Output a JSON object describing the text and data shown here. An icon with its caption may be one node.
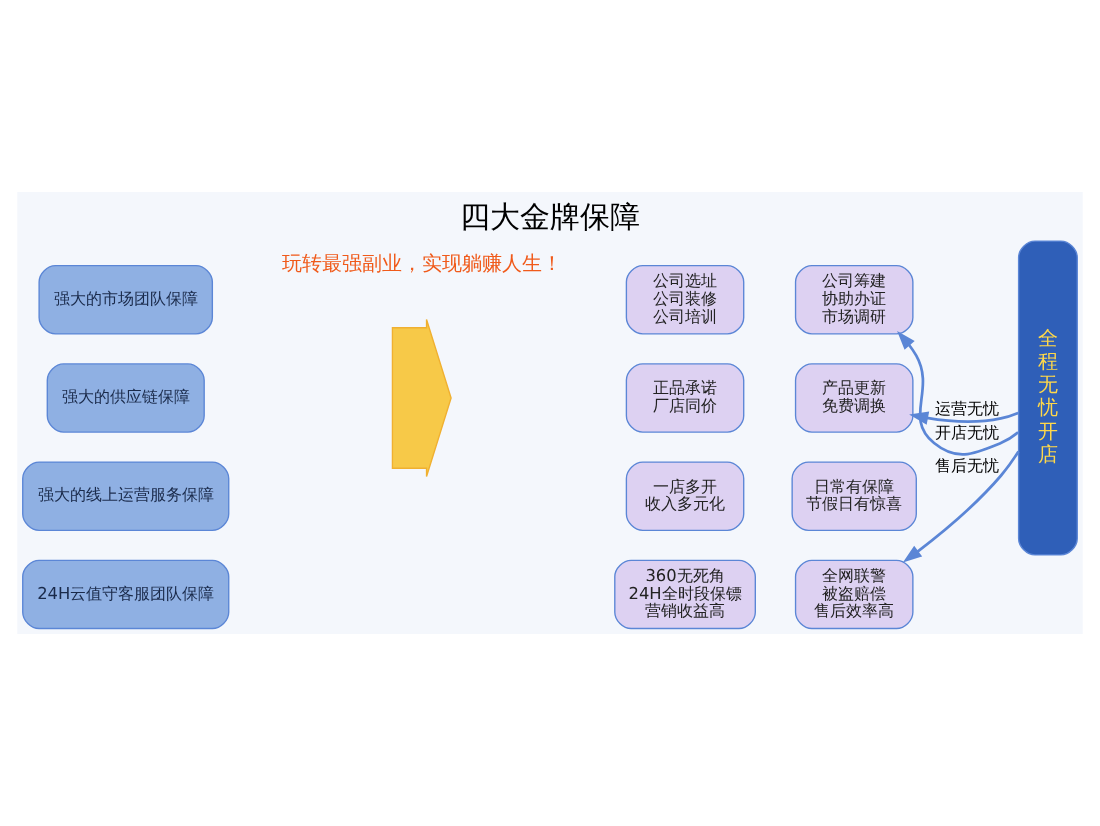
{
  "diagram": {
    "title": "四大金牌保障",
    "nodes": [
      {
        "text": [
          "强大的市场团队保障"
        ]
      },
      {
        "text": [
          "强大的供应链保障"
        ]
      },
      {
        "text": [
          "强大的线上运营服务保障"
        ]
      },
      {
        "text": [
          "24H云值守客服团队保障"
        ]
      },
      {
        "text": [],
        "shape": "arrow"
      },
      {
        "text": [
          "公司选址",
          "公司装修",
          "公司培训"
        ]
      },
      {
        "text": [
          "公司筹建",
          "协助办证",
          "市场调研"
        ]
      },
      {
        "text": [
          "正品承诺",
          "厂店同价"
        ]
      },
      {
        "text": [
          "产品更新",
          "免费调换"
        ]
      },
      {
        "text": [
          "一店多开",
          "收入多元化"
        ]
      },
      {
        "text": [
          "日常有保障",
          "节假日有惊喜"
        ]
      },
      {
        "text": [
          "360无死角",
          "24H全时段保镖",
          "营销收益高"
        ]
      },
      {
        "text": [
          "全网联警",
          "被盗赔偿",
          "售后效率高"
        ]
      },
      {
        "text": [
          "全程无忧开店"
        ]
      }
    ],
    "edges": [
      {
        "from": 13,
        "to": 6,
        "arrow": "to",
        "label": "开店无忧"
      },
      {
        "from": 13,
        "to": 8,
        "arrow": "to",
        "label": "运营无忧"
      },
      {
        "from": 13,
        "to": 12,
        "arrow": "to",
        "label": "售后无忧"
      }
    ],
    "labels": [
      "玩转最强副业，实现躺赚人生！"
    ]
  }
}
